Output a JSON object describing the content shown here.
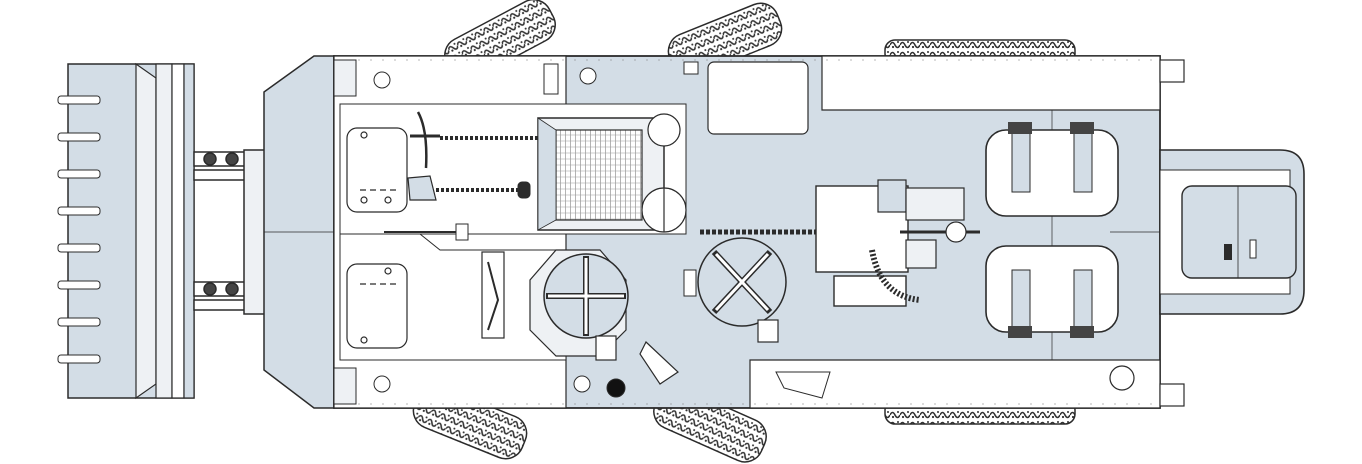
{
  "drawing": {
    "subject": "armored-vehicle-top-view",
    "colors": {
      "hull": "#d3dde6",
      "hull_light": "#eef1f4",
      "white_panel": "#ffffff",
      "outline": "#2b2b2b",
      "tire": "#3a3a3a",
      "accent_dark": "#111111"
    },
    "components": {
      "dozer_blade": "dozer-blade",
      "front_glacis": "front-glacis",
      "hull_roof": "hull-roof",
      "rear_deck": "rear-deck",
      "rear_door": "rear-door",
      "commander_hatch": "commander-hatch",
      "gunner_hatch": "gunner-hatch",
      "engine_grille": "engine-grille",
      "remote_weapon_station": "remote-weapon-station",
      "roof_hatch_front": "roof-hatch-front",
      "roof_hatch_rear": "roof-hatch-rear",
      "pickaxe_tool": "pickaxe-tool",
      "shovel_tool": "shovel-tool",
      "crowbar_tool": "crowbar-tool"
    }
  }
}
